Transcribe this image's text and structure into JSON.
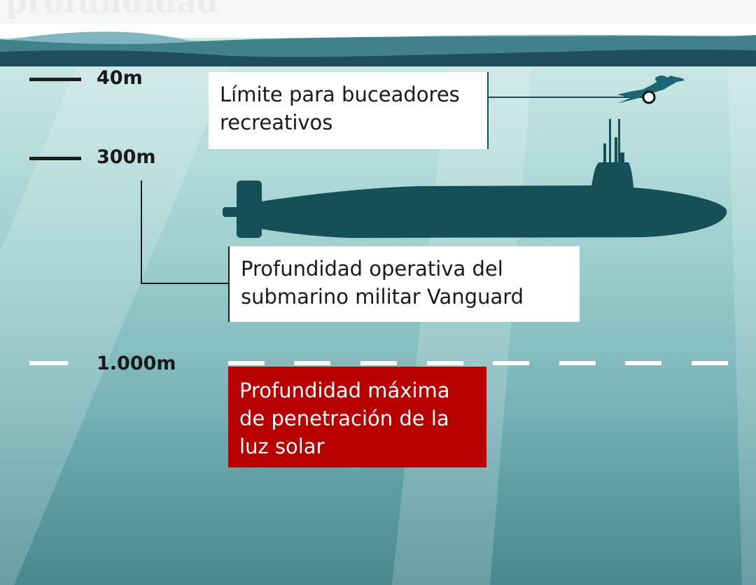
{
  "header": {
    "faded_title": "profundidad"
  },
  "depths": {
    "d40": "40m",
    "d300": "300m",
    "d1000": "1.000m"
  },
  "labels": {
    "divers": "Límite para buceadores recreativos",
    "submarine": "Profundidad operativa del submarino militar Vanguard",
    "light": "Profundidad máxima de penetración de la luz solar"
  },
  "colors": {
    "water_top": "#d5ece8",
    "water_bottom": "#4a888f",
    "silhouette": "#154f58",
    "red_label": "#b80000",
    "wave_dark": "#1f4e5f",
    "wave_mid": "#41828a",
    "wave_light": "#80b6c2"
  }
}
